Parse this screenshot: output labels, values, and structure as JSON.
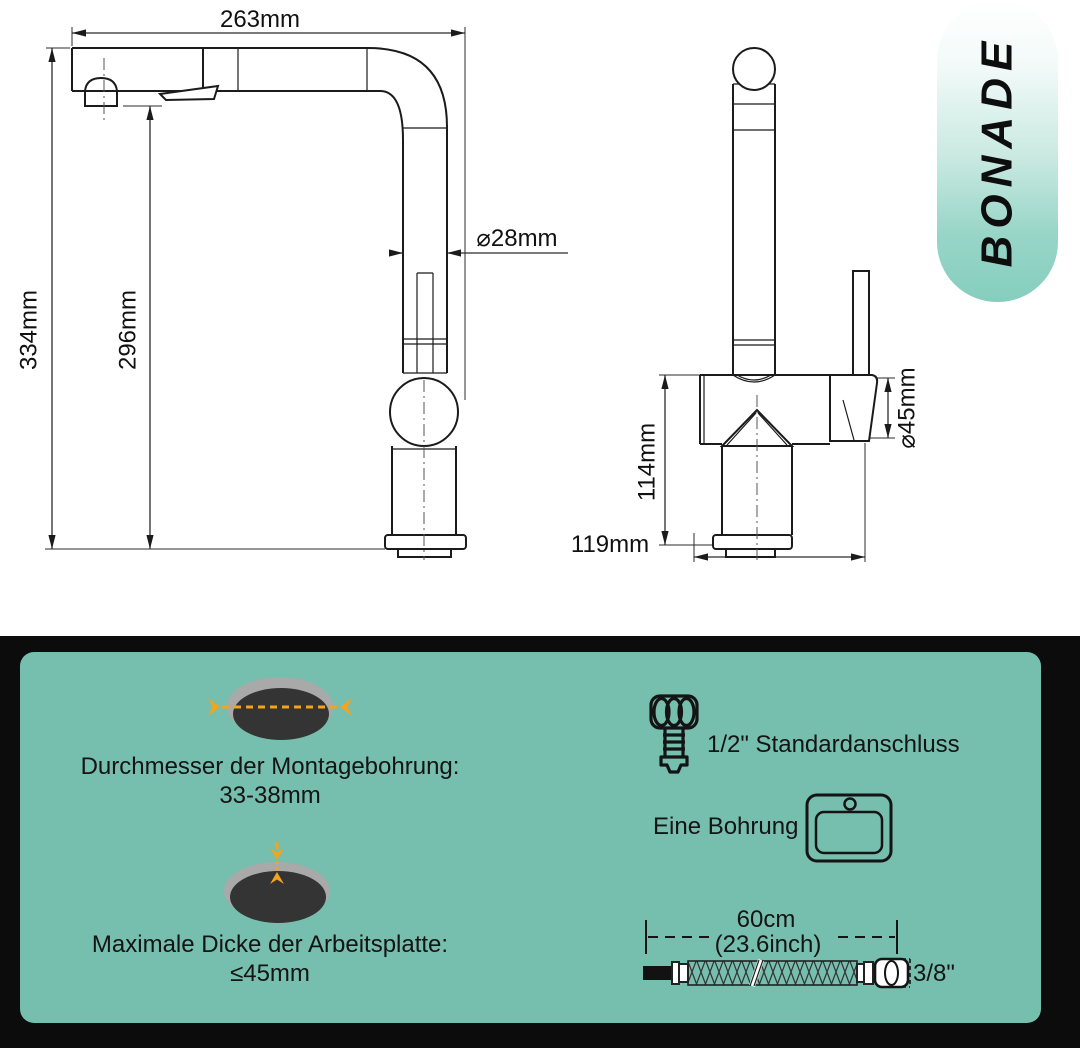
{
  "logo": {
    "text": "BONADE"
  },
  "dims": {
    "spout_reach": "263mm",
    "total_height": "334mm",
    "spout_height": "296mm",
    "spout_diameter": "⌀28mm",
    "body_height": "114mm",
    "base_width": "119mm",
    "valve_diameter": "⌀45mm"
  },
  "panel": {
    "hole": {
      "line1": "Durchmesser der Montagebohrung:",
      "line2": "33-38mm"
    },
    "thickness": {
      "line1": "Maximale Dicke der Arbeitsplatte:",
      "line2": "≤45mm"
    },
    "connector": {
      "label": "1/2\" Standardanschluss"
    },
    "bohrung": {
      "label": "Eine Bohrung"
    },
    "hose": {
      "length_cm": "60cm",
      "length_inch": "(23.6inch)",
      "thread": "3/8\""
    }
  },
  "colors": {
    "panel_teal": "#76beae",
    "frame_black": "#0c0c0c",
    "accent_orange": "#f2a41c",
    "hole_dark": "#343434",
    "hole_ring": "#a9a9a9",
    "line_black": "#1b1b1b"
  }
}
